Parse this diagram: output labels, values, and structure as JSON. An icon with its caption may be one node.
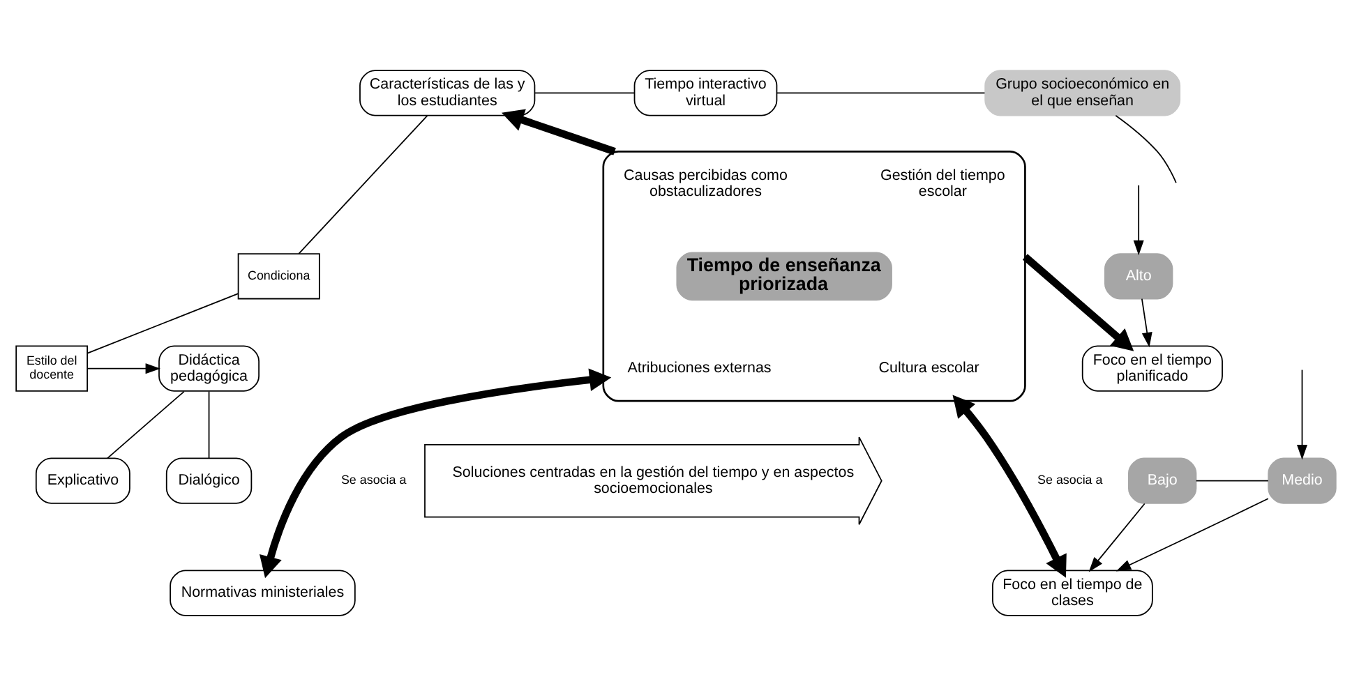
{
  "diagram": {
    "nodes": [
      {
        "text": [
          "Características de las y los estudiantes"
        ]
      },
      {
        "text": [
          "Tiempo interactivo virtual"
        ]
      },
      {
        "text": [
          "Grupo socioeconómico en el que enseñan"
        ]
      },
      {
        "text": [
          "Condiciona"
        ]
      },
      {
        "text": [
          "Estilo del docente"
        ]
      },
      {
        "text": [
          "Didáctica pedagógica"
        ]
      },
      {
        "text": [
          "Explicativo"
        ]
      },
      {
        "text": [
          "Dialógico"
        ]
      },
      {
        "text": [],
        "shape": "box"
      },
      {
        "text": [
          "Causas percibidas como obstaculizadores"
        ],
        "in": 8
      },
      {
        "text": [
          "Gestión del tiempo escolar"
        ],
        "in": 8
      },
      {
        "text": [
          "Tiempo de enseñanza priorizada"
        ],
        "in": 8
      },
      {
        "text": [
          "Atribuciones externas"
        ],
        "in": 8
      },
      {
        "text": [
          "Cultura escolar"
        ],
        "in": 8
      },
      {
        "text": [
          "Alto"
        ]
      },
      {
        "text": [
          "Foco en el tiempo planificado"
        ]
      },
      {
        "text": [
          "Bajo"
        ]
      },
      {
        "text": [
          "Medio"
        ]
      },
      {
        "text": [
          "Foco en el tiempo de clases"
        ]
      },
      {
        "text": [
          "Normativas ministeriales"
        ]
      },
      {
        "text": [
          "Soluciones centradas en la gestión del tiempo y en aspectos socioemocionales"
        ]
      }
    ],
    "edges": [
      {
        "from": 0,
        "to": 1,
        "arrow": "none"
      },
      {
        "from": 1,
        "to": 2,
        "arrow": "none"
      },
      {
        "from": 2,
        "to": null,
        "arrow": "none"
      },
      {
        "from": 0,
        "to": 3,
        "arrow": "none"
      },
      {
        "from": 3,
        "to": 4,
        "arrow": "none"
      },
      {
        "from": 4,
        "to": 5,
        "arrow": "to"
      },
      {
        "from": 5,
        "to": 6,
        "arrow": "none"
      },
      {
        "from": 5,
        "to": 7,
        "arrow": "none"
      },
      {
        "from": 8,
        "to": 0,
        "arrow": "to",
        "style": "thick"
      },
      {
        "from": 8,
        "to": 15,
        "arrow": "to",
        "style": "thick"
      },
      {
        "from": null,
        "to": 14,
        "arrow": "to"
      },
      {
        "from": 14,
        "to": 15,
        "arrow": "to"
      },
      {
        "from": 16,
        "to": 17,
        "arrow": "none"
      },
      {
        "from": null,
        "to": 17,
        "arrow": "to"
      },
      {
        "from": 16,
        "to": 18,
        "arrow": "to"
      },
      {
        "from": 17,
        "to": 18,
        "arrow": "to"
      },
      {
        "from": 19,
        "to": 8,
        "label": "Se asocia a",
        "arrow": "both",
        "style": "thick"
      },
      {
        "from": 8,
        "to": 18,
        "label": "Se asocia a",
        "arrow": "both",
        "style": "thick"
      }
    ]
  }
}
